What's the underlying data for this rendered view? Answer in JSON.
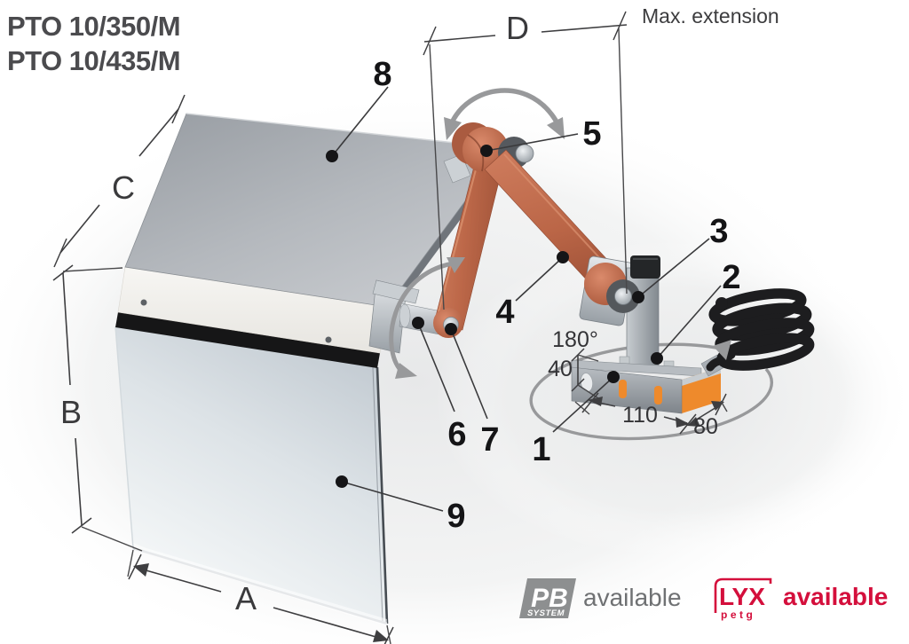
{
  "header": {
    "model_line_1": "PTO 10/350/M",
    "model_line_2": "PTO 10/435/M",
    "max_extension_label": "Max. extension"
  },
  "dimensions": {
    "width_label": "A",
    "height_label": "B",
    "depth_label": "C",
    "extension_label": "D",
    "rotation_angle": "180°",
    "bracket_height_mm": "40",
    "bracket_width_mm": "110",
    "bracket_depth_mm": "80"
  },
  "callouts": [
    {
      "label": "1"
    },
    {
      "label": "2"
    },
    {
      "label": "3"
    },
    {
      "label": "4"
    },
    {
      "label": "5"
    },
    {
      "label": "6"
    },
    {
      "label": "7"
    },
    {
      "label": "8"
    },
    {
      "label": "9"
    }
  ],
  "footer": {
    "pb_badge": {
      "name": "PB",
      "system": "SYSTEM",
      "available": "available"
    },
    "lyx_badge": {
      "name": "LYX",
      "material": "petg",
      "available": "available"
    }
  },
  "colors": {
    "arm_orange": "#c2694d",
    "bracket_accent_orange": "#ee8a2c",
    "metal_gray": "#a9aeb4",
    "annotation_arrow_gray": "#98999b",
    "dimension_text": "#3a3a3c",
    "callout_text": "#141416",
    "pb_logo_gray": "#8d8f90",
    "lyx_logo_red": "#d40f3c"
  }
}
